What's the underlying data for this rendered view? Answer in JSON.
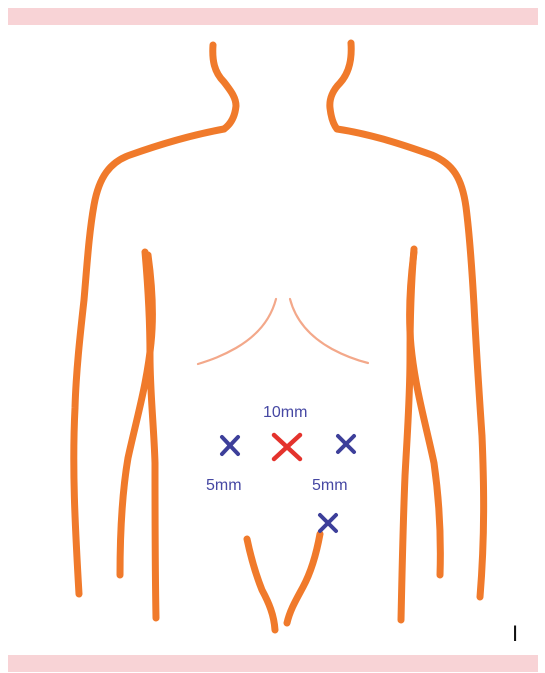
{
  "diagram": {
    "panel_label": "I",
    "ports": [
      {
        "id": "center",
        "size_label": "10mm",
        "color": "#e4332d"
      },
      {
        "id": "left",
        "size_label": "5mm",
        "color": "#3d3f9a"
      },
      {
        "id": "right",
        "size_label": "5mm",
        "color": "#3d3f9a"
      },
      {
        "id": "lower-right",
        "size_label": "",
        "color": "#3d3f9a"
      }
    ],
    "colors": {
      "body_outline": "#f07a2b",
      "rib_lines": "#f3a88a",
      "band": "#f8d3d6",
      "label_text": "#4648a3"
    }
  }
}
